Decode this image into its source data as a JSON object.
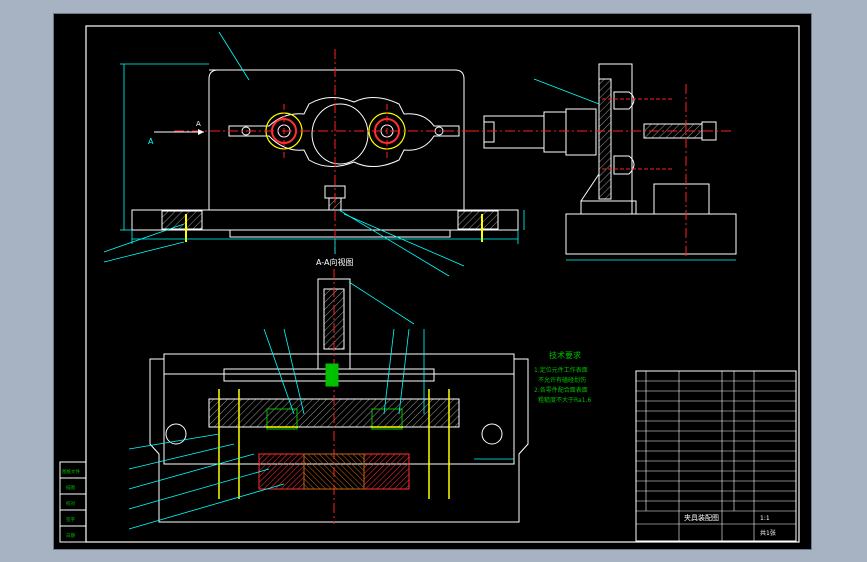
{
  "section_title": "A-A向视图",
  "view_marker": "A",
  "notes": {
    "title": "技术要求",
    "lines": [
      "1.定位元件工作表面",
      "不允许有磕碰划伤",
      "2.各零件配合面表面",
      "粗糙度不大于Ra1.6"
    ]
  },
  "left_stamp": [
    "图纸文件",
    "描图",
    "校对",
    "签字",
    "日期"
  ],
  "title_block": {
    "name": "夹具装配图",
    "scale": "1:1",
    "sheet": "共1张"
  },
  "colors": {
    "background": "#000000",
    "frame": "#ffffff",
    "outline": "#ffffff",
    "centerline": "#ff2020",
    "dimension": "#00ffff",
    "part": "#00c000",
    "hatch": "#ff3030",
    "accent": "#ffff00",
    "brown": "#c86414"
  }
}
